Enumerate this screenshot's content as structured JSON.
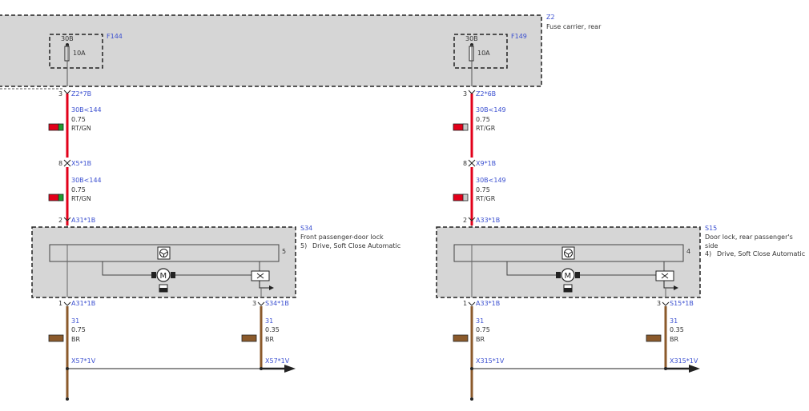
{
  "colors": {
    "fuse_carrier_bg": "#d6d6d6",
    "wire_red": "#e2001a",
    "wire_brown": "#8b5a2b",
    "connector_blue": "#3a4fd0",
    "tag_green": "#1e9c2e",
    "tag_grey": "#c8c8c8"
  },
  "fuse_carrier": {
    "id": "Z2",
    "name": "Fuse carrier, rear",
    "fuses": [
      {
        "id": "F144",
        "terminal": "30B",
        "rating": "10A"
      },
      {
        "id": "F149",
        "terminal": "30B",
        "rating": "10A"
      }
    ]
  },
  "left": {
    "seg1": {
      "pin": "3",
      "connector": "Z2*7B",
      "wire_name": "30B<144",
      "gauge": "0.75",
      "color_code": "RT/GN",
      "tag": "red-green"
    },
    "seg2": {
      "pin": "8",
      "connector": "X5*1B",
      "wire_name": "30B<144",
      "gauge": "0.75",
      "color_code": "RT/GN",
      "tag": "red-green"
    },
    "in_pin": "2",
    "in_connector": "A31*1B",
    "module": {
      "id": "S34",
      "name": "Front passenger-door lock",
      "note_num": "5)",
      "note_text": "Drive, Soft Close Automatic",
      "pin_side": "5",
      "icons": [
        "lock-symbol-icon",
        "motor-icon",
        "switch-icon"
      ]
    },
    "out1": {
      "pin": "1",
      "connector": "A31*1B",
      "wire_name": "31",
      "gauge": "0.75",
      "color_code": "BR"
    },
    "out2": {
      "pin": "3",
      "connector": "S34*1B",
      "wire_name": "31",
      "gauge": "0.35",
      "color_code": "BR"
    },
    "ground1": "X57*1V",
    "ground2": "X57*1V"
  },
  "right": {
    "seg1": {
      "pin": "3",
      "connector": "Z2*6B",
      "wire_name": "30B<149",
      "gauge": "0.75",
      "color_code": "RT/GR",
      "tag": "red-grey"
    },
    "seg2": {
      "pin": "8",
      "connector": "X9*1B",
      "wire_name": "30B<149",
      "gauge": "0.75",
      "color_code": "RT/GR",
      "tag": "red-grey"
    },
    "in_pin": "2",
    "in_connector": "A33*1B",
    "module": {
      "id": "S15",
      "name": "Door lock, rear passenger's",
      "name2": "side",
      "note_num": "4)",
      "note_text": "Drive, Soft Close Automatic",
      "pin_side": "4",
      "icons": [
        "lock-symbol-icon",
        "motor-icon",
        "switch-icon"
      ]
    },
    "out1": {
      "pin": "1",
      "connector": "A33*1B",
      "wire_name": "31",
      "gauge": "0.75",
      "color_code": "BR"
    },
    "out2": {
      "pin": "3",
      "connector": "S15*1B",
      "wire_name": "31",
      "gauge": "0.35",
      "color_code": "BR"
    },
    "ground1": "X315*1V",
    "ground2": "X315*1V"
  }
}
